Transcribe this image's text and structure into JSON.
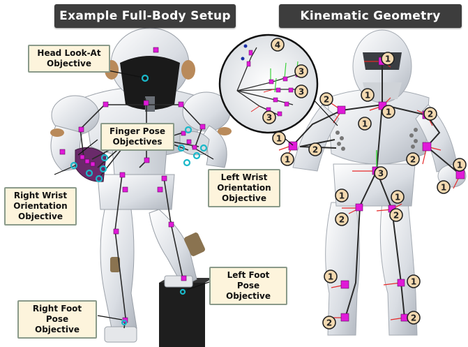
{
  "headers": {
    "left": "Example Full-Body Setup",
    "right": "Kinematic Geometry"
  },
  "callouts": {
    "head": [
      "Head Look-At",
      "Objective"
    ],
    "finger": [
      "Finger Pose",
      "Objectives"
    ],
    "left_wrist": [
      "Left Wrist",
      "Orientation",
      "Objective"
    ],
    "right_wrist": [
      "Right Wrist",
      "Orientation",
      "Objective"
    ],
    "left_foot": [
      "Left Foot",
      "Pose Objective"
    ],
    "right_foot": [
      "Right Foot",
      "Pose Objective"
    ]
  },
  "numbers": [
    "1",
    "2",
    "3",
    "4"
  ],
  "colors": {
    "header_bg": "#3d3d3d",
    "callout_bg": "#fdf4dc",
    "marker_fill": "#f3d9b0",
    "joint_magenta": "#e01ad8",
    "objective_cyan": "#1ab8c9",
    "axis_red": "#e52a2a",
    "axis_green": "#3bd13b"
  }
}
